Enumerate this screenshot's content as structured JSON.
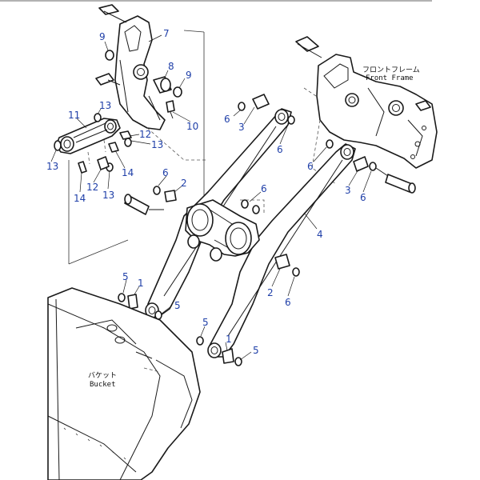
{
  "colors": {
    "line": "#1a1a1a",
    "callout": "#1f3fa8",
    "background": "#ffffff"
  },
  "labels": {
    "front_frame_jp": "フロントフレーム",
    "front_frame_en": "Front Frame",
    "bucket_jp": "バケット",
    "bucket_en": "Bucket"
  },
  "callouts": [
    {
      "id": "c9a",
      "text": "9"
    },
    {
      "id": "c7",
      "text": "7"
    },
    {
      "id": "c8",
      "text": "8"
    },
    {
      "id": "c9b",
      "text": "9"
    },
    {
      "id": "c11",
      "text": "11"
    },
    {
      "id": "c13a",
      "text": "13"
    },
    {
      "id": "c10",
      "text": "10"
    },
    {
      "id": "c12a",
      "text": "12"
    },
    {
      "id": "c13b",
      "text": "13"
    },
    {
      "id": "c13c",
      "text": "13"
    },
    {
      "id": "c14a",
      "text": "14"
    },
    {
      "id": "c12b",
      "text": "12"
    },
    {
      "id": "c13d",
      "text": "13"
    },
    {
      "id": "c14b",
      "text": "14"
    },
    {
      "id": "c6a",
      "text": "6"
    },
    {
      "id": "c3a",
      "text": "3"
    },
    {
      "id": "c6b",
      "text": "6"
    },
    {
      "id": "c6c",
      "text": "6"
    },
    {
      "id": "c2a",
      "text": "2"
    },
    {
      "id": "c6d",
      "text": "6"
    },
    {
      "id": "c6e",
      "text": "6"
    },
    {
      "id": "c3b",
      "text": "3"
    },
    {
      "id": "c6f",
      "text": "6"
    },
    {
      "id": "c4",
      "text": "4"
    },
    {
      "id": "c5a",
      "text": "5"
    },
    {
      "id": "c1a",
      "text": "1"
    },
    {
      "id": "c5b",
      "text": "5"
    },
    {
      "id": "c2b",
      "text": "2"
    },
    {
      "id": "c6g",
      "text": "6"
    },
    {
      "id": "c5c",
      "text": "5"
    },
    {
      "id": "c1b",
      "text": "1"
    },
    {
      "id": "c5d",
      "text": "5"
    }
  ]
}
